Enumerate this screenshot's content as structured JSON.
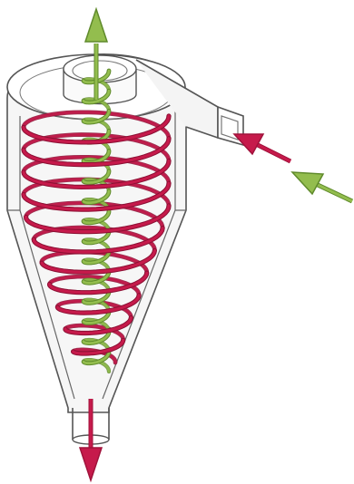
{
  "diagram": {
    "subject": "hydrocyclone",
    "colors": {
      "outer_vortex": "#c61a4b",
      "outer_vortex_highlight": "#e85a83",
      "inner_vortex": "#93bd4e",
      "inner_vortex_dark": "#5f8a2b",
      "body_fill": "#f6f6f6",
      "body_stroke": "#555555"
    },
    "parts": [
      "cylindrical-section",
      "conical-section",
      "tangential-inlet",
      "vortex-finder-overflow",
      "apex-underflow"
    ],
    "flows": [
      {
        "name": "feed-inflow",
        "color": "green",
        "direction": "into-inlet"
      },
      {
        "name": "inlet-flow",
        "color": "red",
        "direction": "into-inlet"
      },
      {
        "name": "overflow-outlet",
        "color": "green",
        "direction": "up"
      },
      {
        "name": "underflow-outlet",
        "color": "red",
        "direction": "down"
      }
    ],
    "helix_turns": {
      "outer_red": 11,
      "inner_green": 15
    }
  }
}
